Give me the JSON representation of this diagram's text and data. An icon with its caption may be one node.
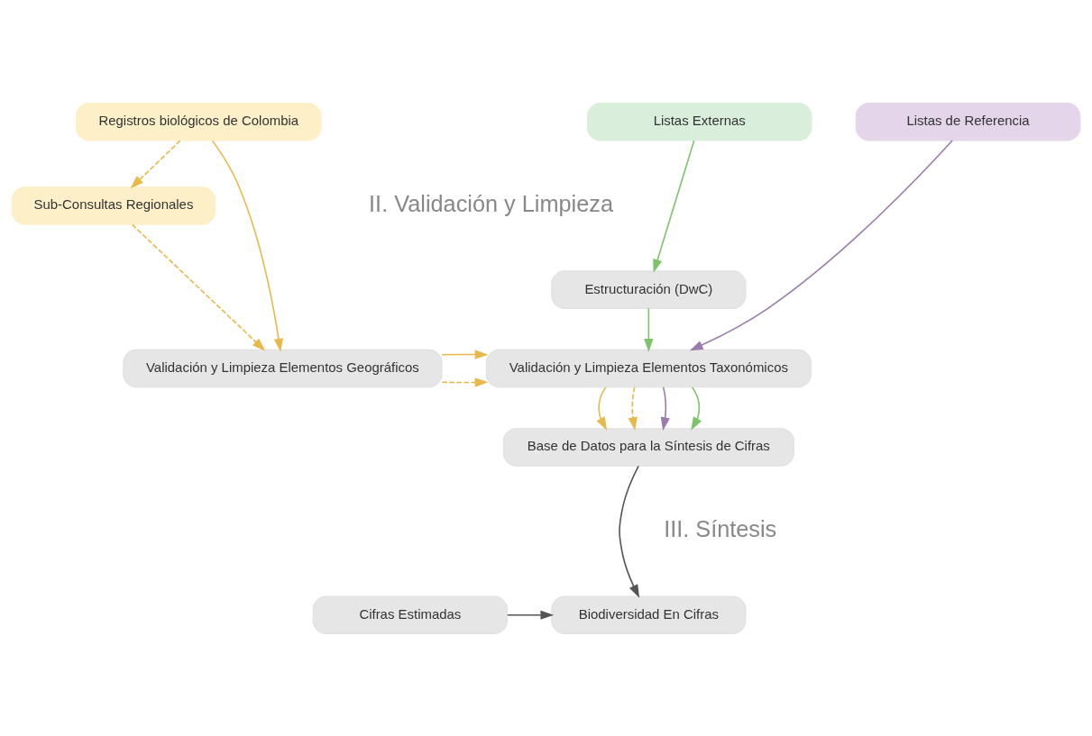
{
  "diagram": {
    "nodes": [
      {
        "text": [
          "Registros biológicos de Colombia"
        ]
      },
      {
        "text": [
          "Listas de Referencia"
        ]
      },
      {
        "text": [
          "Listas Externas"
        ]
      },
      {
        "text": [
          "Sub-Consultas Regionales"
        ]
      },
      {
        "text": [
          "Estructuración (DwC)"
        ]
      },
      {
        "text": [
          "Validación y Limpieza Elementos Geográficos"
        ]
      },
      {
        "text": [
          "Validación y Limpieza Elementos Taxonómicos"
        ]
      },
      {
        "text": [
          "Base de Datos para la Síntesis de Cifras"
        ]
      },
      {
        "text": [
          "Biodiversidad En Cifras"
        ]
      },
      {
        "text": [
          "Cifras Estimadas"
        ]
      }
    ],
    "edges": [
      {
        "from": 0,
        "to": 5,
        "arrow": "to",
        "color": "#e8b84a"
      },
      {
        "from": 0,
        "to": 3,
        "arrow": "to",
        "style": "dashed",
        "color": "#e8b84a"
      },
      {
        "from": 3,
        "to": 5,
        "arrow": "to",
        "style": "dashed",
        "color": "#e8b84a"
      },
      {
        "from": 1,
        "to": 6,
        "arrow": "to",
        "color": "#9b7bab"
      },
      {
        "from": 2,
        "to": 4,
        "arrow": "to",
        "color": "#7cc36a"
      },
      {
        "from": 4,
        "to": 6,
        "arrow": "to",
        "color": "#7cc36a"
      },
      {
        "from": 5,
        "to": 6,
        "arrow": "to",
        "style": "dashed",
        "color": "#e8b84a"
      },
      {
        "from": 5,
        "to": 6,
        "arrow": "to",
        "color": "#e8b84a"
      },
      {
        "from": 6,
        "to": 7,
        "arrow": "to",
        "color": "#e8b84a"
      },
      {
        "from": 6,
        "to": 7,
        "arrow": "to",
        "style": "dashed",
        "color": "#e8b84a"
      },
      {
        "from": 6,
        "to": 7,
        "arrow": "to",
        "color": "#9b7bab"
      },
      {
        "from": 6,
        "to": 7,
        "arrow": "to",
        "color": "#7cc36a"
      },
      {
        "from": 7,
        "to": 8,
        "arrow": "to",
        "color": "#555555"
      },
      {
        "from": 9,
        "to": 8,
        "arrow": "to",
        "color": "#555555"
      }
    ],
    "labels": [
      "II. Validación y Limpieza",
      "III. Síntesis"
    ]
  }
}
